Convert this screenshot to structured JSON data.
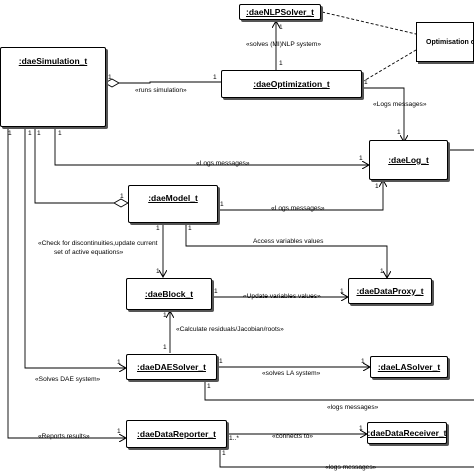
{
  "classes": {
    "simulation": ":daeSimulation_t",
    "nlp_solver": ":daeNLPSolver_t",
    "optimization": ":daeOptimization_t",
    "log": ":daeLog_t",
    "model": ":daeModel_t",
    "block": ":daeBlock_t",
    "data_proxy": ":daeDataProxy_t",
    "dae_solver": ":daeDAESolver_t",
    "la_solver": ":daeLASolver_t",
    "data_reporter": ":daeDataReporter_t",
    "data_receiver": ":daeDataReceiver_t"
  },
  "note": "Optimisation only",
  "labels": {
    "solves_nlp": "«solves (MI)NLP system»",
    "runs_simulation": "«runs simulation»",
    "logs_messages_opt": "«Logs messages»",
    "logs_messages_sim": "«Logs messages»",
    "logs_messages_model": "«Logs messages»",
    "check_discontinuities_1": "«Check for discontinuities,update current",
    "check_discontinuities_2": "set of active equations»",
    "access_variables": "Access variables values",
    "update_variables": "«Update variables values»",
    "calculate_residuals": "«Calculate residuals/Jacobian/roots»",
    "solves_dae": "«Solves DAE system»",
    "solves_la": "«solves LA system»",
    "logs_messages_dae": "«logs messages»",
    "reports_results": "«Reports results»",
    "connects_to": "«connects to»",
    "logs_messages_rep": "«logs messages»"
  },
  "multiplicities": {
    "one": "1",
    "one_many": "1..*"
  }
}
